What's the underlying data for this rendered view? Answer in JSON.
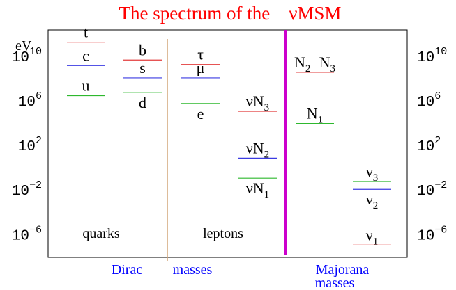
{
  "title": "The spectrum of the    νMSM",
  "y_unit": "eV",
  "colors": {
    "title": "#ff0000",
    "bottom_labels": "#0000ff",
    "dirac_divider": "#d2a679",
    "majorana_divider": "#cc00cc",
    "red": "#e23b3b",
    "blue": "#3b3be2",
    "green": "#2eb82e"
  },
  "section_labels": {
    "quarks": "quarks",
    "leptons": "leptons"
  },
  "bottom_labels": {
    "dirac": "Dirac",
    "masses": "masses",
    "majorana": "Majorana",
    "majorana_masses": "masses"
  },
  "chart_data": {
    "type": "level-diagram",
    "yscale": "log10",
    "ylim_log10": [
      -8.1,
      12.3
    ],
    "ytick_labels": [
      {
        "exp": 10,
        "base": "10",
        "sup": "10"
      },
      {
        "exp": 6,
        "base": "10",
        "sup": "6"
      },
      {
        "exp": 2,
        "base": "10",
        "sup": "2"
      },
      {
        "exp": -2,
        "base": "10",
        "sup": "−2"
      },
      {
        "exp": -6,
        "base": "10",
        "sup": "−6"
      }
    ],
    "columns": [
      "quarks-up",
      "quarks-down",
      "leptons-charged",
      "leptons-neutral",
      "majorana-heavy",
      "majorana-light"
    ],
    "levels": [
      {
        "label": "t",
        "column": "quarks-up",
        "log10_mass": 11.2,
        "color": "red",
        "label_side": "above"
      },
      {
        "label": "c",
        "column": "quarks-up",
        "log10_mass": 9.1,
        "color": "blue",
        "label_side": "above"
      },
      {
        "label": "u",
        "column": "quarks-up",
        "log10_mass": 6.4,
        "color": "green",
        "label_side": "above"
      },
      {
        "label": "b",
        "column": "quarks-down",
        "log10_mass": 9.6,
        "color": "red",
        "label_side": "above"
      },
      {
        "label": "s",
        "column": "quarks-down",
        "log10_mass": 8.0,
        "color": "blue",
        "label_side": "above"
      },
      {
        "label": "d",
        "column": "quarks-down",
        "log10_mass": 6.7,
        "color": "green",
        "label_side": "below"
      },
      {
        "label": "τ",
        "column": "leptons-charged",
        "log10_mass": 9.2,
        "color": "red",
        "label_side": "above"
      },
      {
        "label": "μ",
        "column": "leptons-charged",
        "log10_mass": 8.0,
        "color": "blue",
        "label_side": "above"
      },
      {
        "label": "e",
        "column": "leptons-charged",
        "log10_mass": 5.7,
        "color": "green",
        "label_side": "below"
      },
      {
        "label": "νN",
        "sub": "3",
        "column": "leptons-neutral",
        "log10_mass": 5.0,
        "color": "red",
        "label_side": "above"
      },
      {
        "label": "νN",
        "sub": "2",
        "column": "leptons-neutral",
        "log10_mass": 0.8,
        "color": "blue",
        "label_side": "above"
      },
      {
        "label": "νN",
        "sub": "1",
        "column": "leptons-neutral",
        "log10_mass": -1.0,
        "color": "green",
        "label_side": "below"
      },
      {
        "label": "N",
        "sub": "2",
        "column": "majorana-heavy",
        "log10_mass": 8.5,
        "color": "red",
        "label_side": "above",
        "group_left": true
      },
      {
        "label": "N",
        "sub": "3",
        "column": "majorana-heavy",
        "log10_mass": 8.5,
        "color": "red",
        "label_side": "above",
        "group_right": true
      },
      {
        "label": "N",
        "sub": "1",
        "column": "majorana-heavy",
        "log10_mass": 3.9,
        "color": "green",
        "label_side": "above"
      },
      {
        "label": "ν",
        "sub": "3",
        "column": "majorana-light",
        "log10_mass": -1.3,
        "color": "green",
        "label_side": "above"
      },
      {
        "label": "ν",
        "sub": "2",
        "column": "majorana-light",
        "log10_mass": -2.0,
        "color": "blue",
        "label_side": "below"
      },
      {
        "label": "ν",
        "sub": "1",
        "column": "majorana-light",
        "log10_mass": -7.0,
        "color": "red",
        "label_side": "above"
      }
    ]
  }
}
